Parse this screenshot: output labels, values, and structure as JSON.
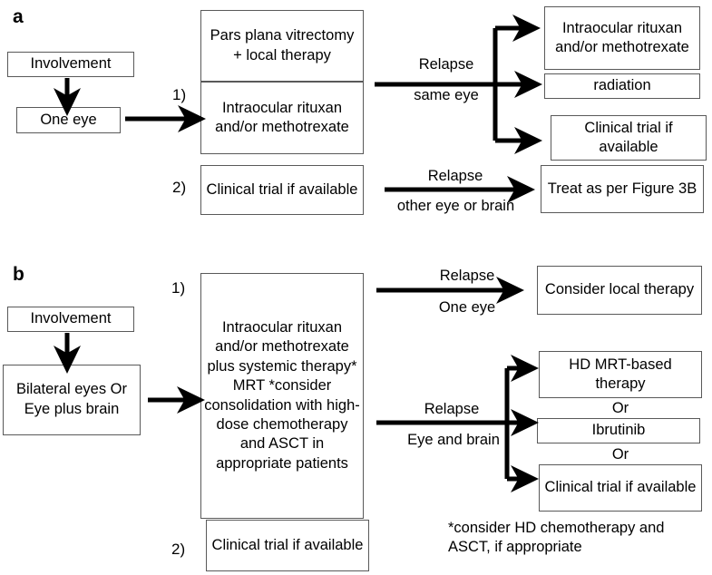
{
  "figure": {
    "panels": [
      {
        "id": "a",
        "label": "a",
        "start_box": "Involvement",
        "condition_box": "One eye",
        "option_number_1": "1)",
        "option_number_2": "2)",
        "primary_boxes": [
          "Pars plana vitrectomy +   local therapy",
          "Intraocular rituxan and/or methotrexate"
        ],
        "secondary_box": "Clinical trial if available",
        "relapse_1_line1": "Relapse",
        "relapse_1_line2": "same eye",
        "relapse_2_line1": "Relapse",
        "relapse_2_line2": "other eye or brain",
        "outcome_boxes": [
          "Intraocular rituxan and/or methotrexate",
          "radiation",
          "Clinical trial if available"
        ],
        "outcome_box_other": "Treat as per Figure 3B"
      },
      {
        "id": "b",
        "label": "b",
        "start_box": "Involvement",
        "condition_box": "Bilateral eyes Or Eye plus brain",
        "option_number_1": "1)",
        "option_number_2": "2)",
        "primary_box": "Intraocular rituxan and/or methotrexate plus systemic therapy* MRT *consider consolidation with high-dose chemotherapy and ASCT in appropriate patients",
        "secondary_box": "Clinical trial if available",
        "relapse_1_line1": "Relapse",
        "relapse_1_line2": "One eye",
        "relapse_2_line1": "Relapse",
        "relapse_2_line2": "Eye and brain",
        "outcome_box_one_eye": "Consider local therapy",
        "outcome_boxes": [
          "HD MRT-based therapy",
          "Ibrutinib",
          "Clinical trial if available"
        ],
        "or_connector_1": "Or",
        "or_connector_2": "Or",
        "footnote": "*consider HD chemotherapy and\nASCT, if appropriate"
      }
    ]
  },
  "colors": {
    "box_border": "#595959",
    "arrow": "#000000",
    "text": "#000000",
    "background": "#ffffff"
  }
}
